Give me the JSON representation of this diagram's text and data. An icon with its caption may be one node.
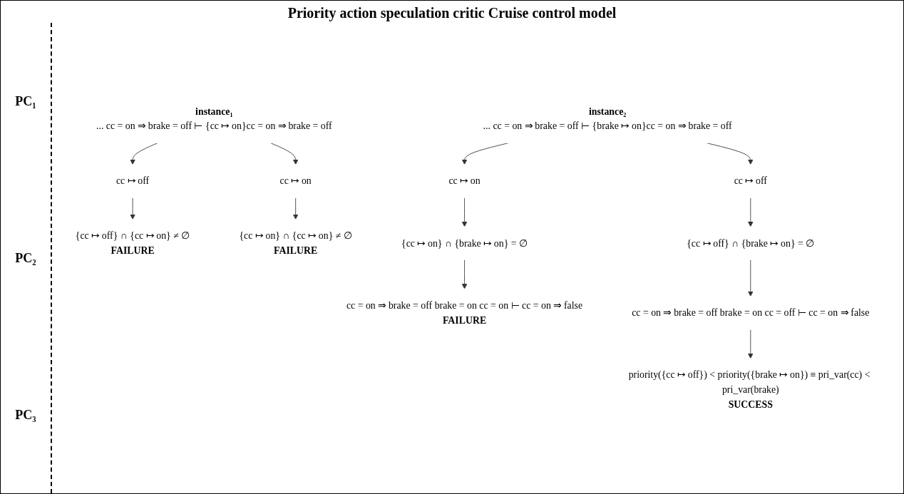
{
  "diagram": {
    "title": "Priority action speculation critic Cruise control model",
    "nodes": [
      {
        "text": [
          "instance₁",
          "... cc = on ⇒ brake = off ⊢ {cc ↦ on}cc = on ⇒ brake = off"
        ]
      },
      {
        "text": [
          "instance₂",
          "... cc = on ⇒ brake = off ⊢ {brake ↦ on}cc = on ⇒ brake = off"
        ]
      },
      {
        "text": [
          "cc ↦ off"
        ]
      },
      {
        "text": [
          "cc ↦ on"
        ]
      },
      {
        "text": [
          "{cc ↦ off} ∩ {cc ↦ on} ≠ ∅",
          "FAILURE"
        ]
      },
      {
        "text": [
          "{cc ↦ on} ∩ {cc ↦ on} ≠ ∅",
          "FAILURE"
        ]
      },
      {
        "text": [
          "cc ↦ on"
        ]
      },
      {
        "text": [
          "cc ↦ off"
        ]
      },
      {
        "text": [
          "{cc ↦ on} ∩ {brake ↦ on} = ∅"
        ]
      },
      {
        "text": [
          "{cc ↦ off} ∩ {brake ↦ on} = ∅"
        ]
      },
      {
        "text": [
          "cc = on ⇒ brake = off brake = on cc = on ⊢ cc = on ⇒ false",
          "FAILURE"
        ]
      },
      {
        "text": [
          "cc = on ⇒ brake = off brake = on cc = off ⊢ cc = on ⇒ false"
        ]
      },
      {
        "text": [
          "priority({cc ↦ off}) < priority({brake ↦ on}) ≡ pri_var(cc) < pri_var(brake)",
          "SUCCESS"
        ]
      }
    ],
    "edges": [
      {
        "from": 0,
        "to": 2,
        "arrow": "to"
      },
      {
        "from": 0,
        "to": 3,
        "arrow": "to"
      },
      {
        "from": 2,
        "to": 4,
        "arrow": "to"
      },
      {
        "from": 3,
        "to": 5,
        "arrow": "to"
      },
      {
        "from": 1,
        "to": 6,
        "arrow": "to"
      },
      {
        "from": 1,
        "to": 7,
        "arrow": "to"
      },
      {
        "from": 6,
        "to": 8,
        "arrow": "to"
      },
      {
        "from": 7,
        "to": 9,
        "arrow": "to"
      },
      {
        "from": 8,
        "to": 10,
        "arrow": "to"
      },
      {
        "from": 9,
        "to": 11,
        "arrow": "to"
      },
      {
        "from": 11,
        "to": 12,
        "arrow": "to"
      }
    ],
    "labels": [
      "PC₁",
      "PC₂",
      "PC₃"
    ]
  }
}
